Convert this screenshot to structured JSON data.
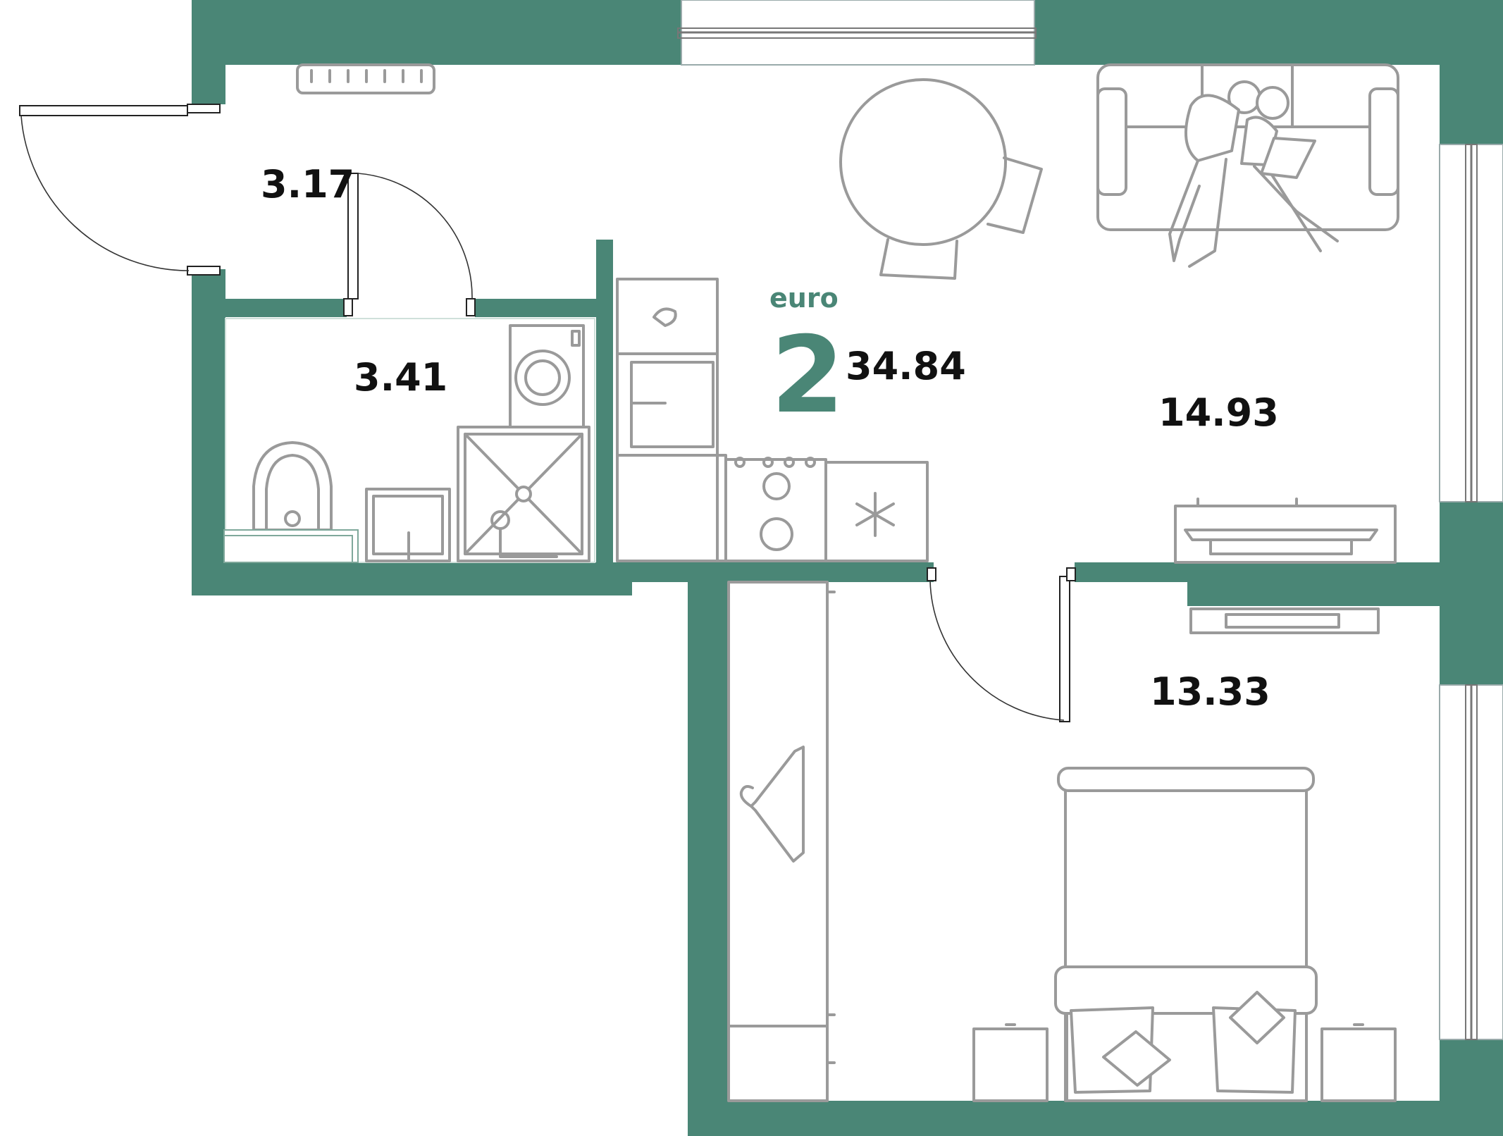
{
  "apartment": {
    "type_label": "euro",
    "rooms": "2",
    "total_area": "34.84"
  },
  "rooms": {
    "hall": "3.17",
    "bathroom": "3.41",
    "living_kitchen": "14.93",
    "bedroom": "13.33"
  },
  "colors": {
    "wall": "#4a8676",
    "furniture": "#9a9a9a",
    "text": "#111111"
  }
}
